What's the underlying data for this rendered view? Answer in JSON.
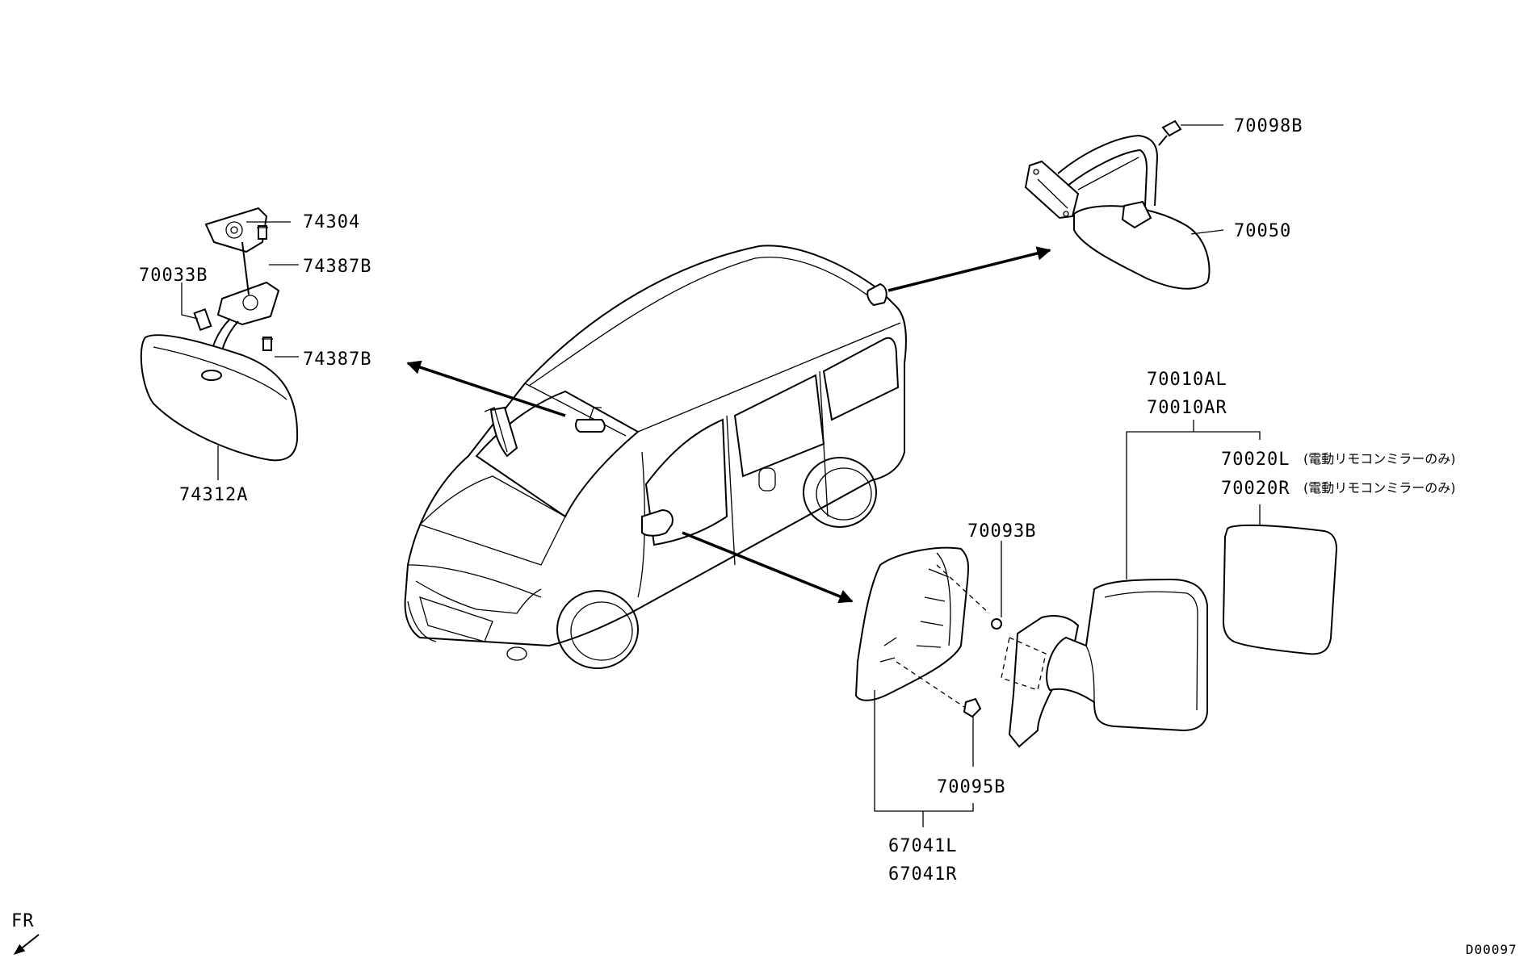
{
  "labels": {
    "p74304": "74304",
    "p74387B_top": "74387B",
    "p70033B": "70033B",
    "p74387B_bottom": "74387B",
    "p74312A": "74312A",
    "p70098B": "70098B",
    "p70050": "70050",
    "p70010AL": "70010AL",
    "p70010AR": "70010AR",
    "p70020L": "70020L",
    "p70020R": "70020R",
    "p70093B": "70093B",
    "p70095B": "70095B",
    "p67041L": "67041L",
    "p67041R": "67041R"
  },
  "notes": {
    "p70020L_note": "(電動リモコンミラーのみ)",
    "p70020R_note": "(電動リモコンミラーのみ)"
  },
  "orientation": {
    "label": "FR"
  },
  "diagram_code": "D00097"
}
